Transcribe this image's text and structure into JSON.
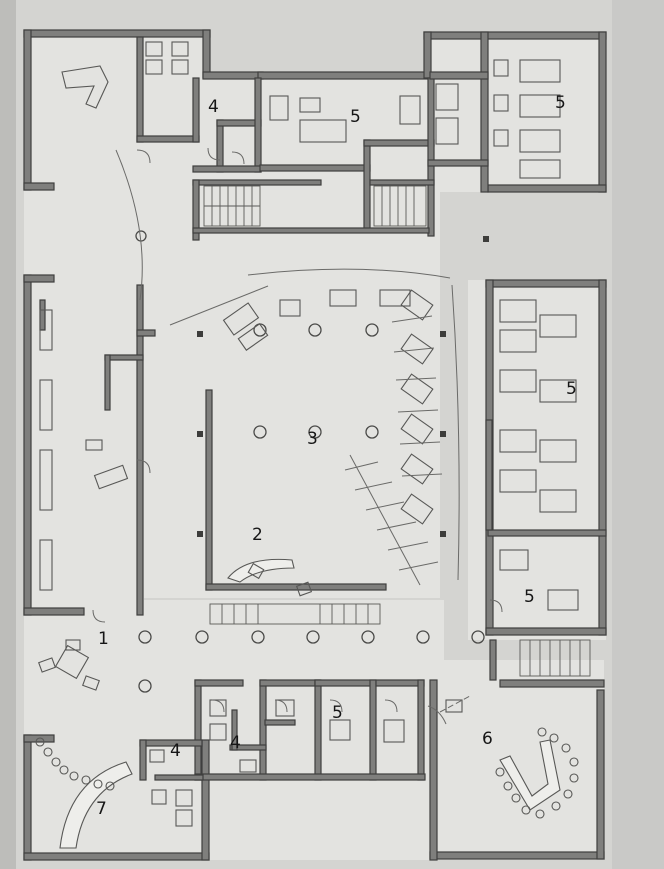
{
  "room_labels": {
    "r1": "1",
    "r2": "2",
    "r3": "3",
    "r4_top": "4",
    "r4_bottom_left": "4",
    "r4_bottom_mid": "4",
    "r5_top_center": "5",
    "r5_top_right": "5",
    "r5_right_mid": "5",
    "r5_right_lower": "5",
    "r5_bottom": "5",
    "r6": "6",
    "r7": "7"
  },
  "colors": {
    "paper": "#d4d4d1",
    "floor": "#e3e3e0",
    "wall": "#7f7f7d",
    "line": "#3f3f3e"
  }
}
